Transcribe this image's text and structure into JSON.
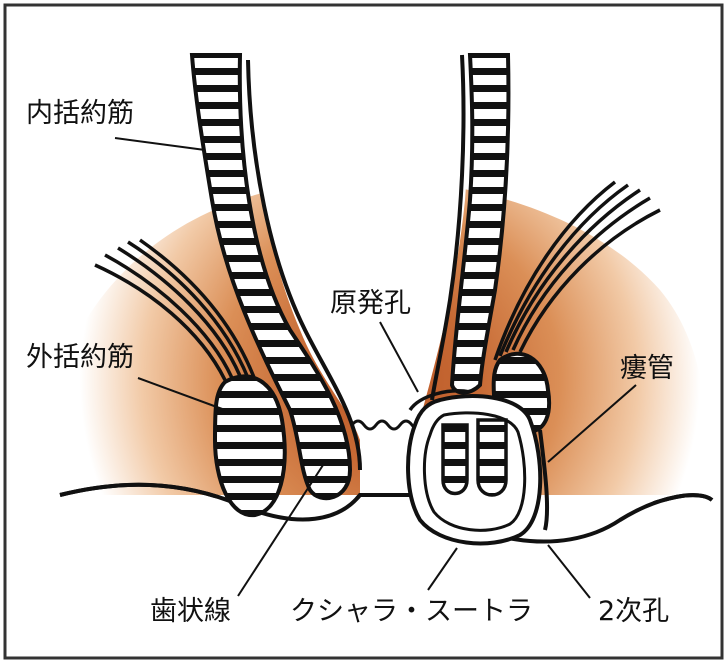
{
  "labels": {
    "internal_sphincter": "内括約筋",
    "external_sphincter": "外括約筋",
    "primary_opening": "原発孔",
    "fistula_tract": "瘻管",
    "dentate_line": "歯状線",
    "kshara_sutra": "クシャラ・スートラ",
    "secondary_opening": "2次孔"
  },
  "colors": {
    "tissue_core": "#b8501c",
    "tissue_mid": "#d9894e",
    "tissue_edge": "#f6dcc4",
    "outline": "#111111",
    "background": "#ffffff"
  }
}
